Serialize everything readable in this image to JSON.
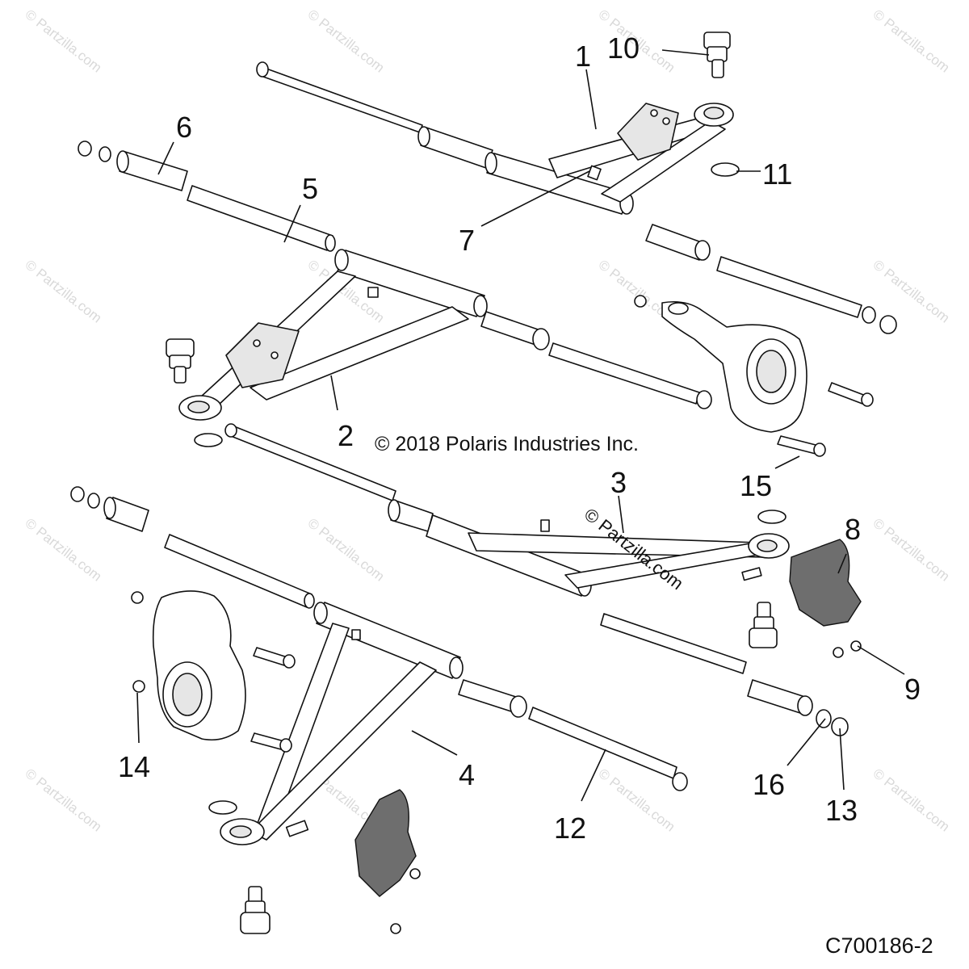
{
  "copyright": "© 2018 Polaris Industries Inc.",
  "diagram_code": "C700186-2",
  "watermark": "© Partzilla.com",
  "callouts": [
    "1",
    "2",
    "3",
    "4",
    "5",
    "6",
    "7",
    "8",
    "9",
    "10",
    "11",
    "12",
    "13",
    "14",
    "15",
    "16"
  ]
}
